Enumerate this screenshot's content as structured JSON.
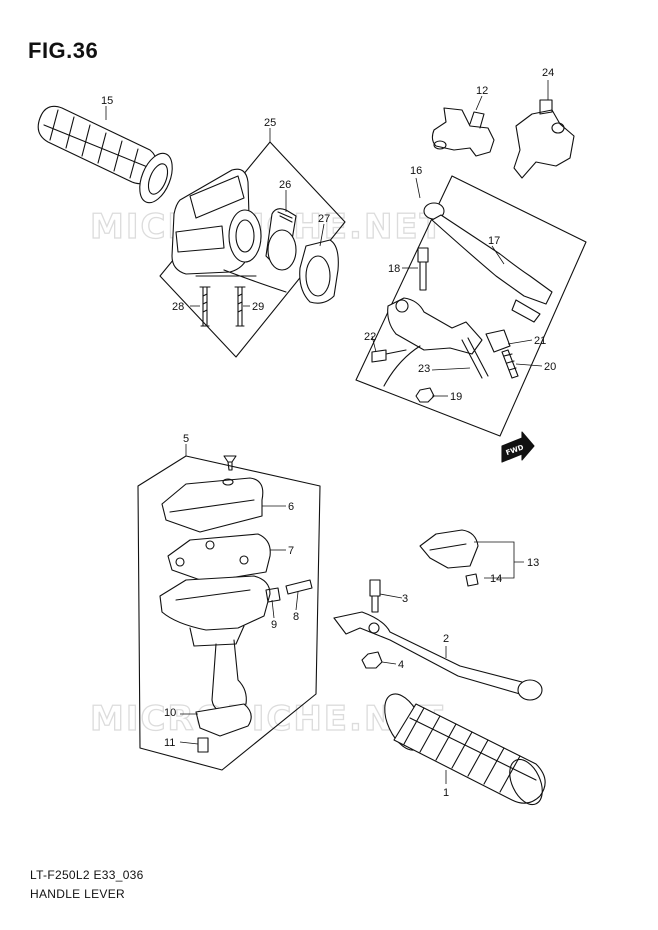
{
  "figure": {
    "title": "FIG.36"
  },
  "footer": {
    "code": "LT-F250L2 E33_036",
    "name": "HANDLE LEVER"
  },
  "watermark": {
    "text": "MICROFICHE.NET"
  },
  "direction_badge": {
    "text": "FWD"
  },
  "callouts": {
    "p1": "1",
    "p2": "2",
    "p3": "3",
    "p4": "4",
    "p5": "5",
    "p6": "6",
    "p7": "7",
    "p8": "8",
    "p9": "9",
    "p10": "10",
    "p11": "11",
    "p12": "12",
    "p13": "13",
    "p14": "14",
    "p15": "15",
    "p16": "16",
    "p17": "17",
    "p18": "18",
    "p19": "19",
    "p20": "20",
    "p21": "21",
    "p22": "22",
    "p23": "23",
    "p24": "24",
    "p25": "25",
    "p26": "26",
    "p27": "27",
    "p28": "28",
    "p29": "29"
  }
}
